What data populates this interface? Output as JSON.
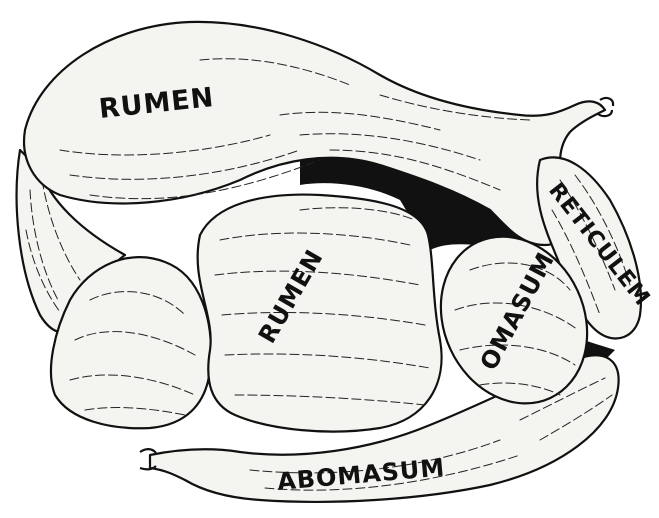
{
  "labels": {
    "rumen_top": "RUMEN",
    "rumen_center": "RUMEN",
    "reticulum": "RETICULEM",
    "omasum": "OMASUM",
    "abomasum": "ABOMASUM"
  },
  "colors": {
    "ink": "#111111",
    "paper": "#ffffff",
    "organ_fill": "#f4f4f1"
  }
}
